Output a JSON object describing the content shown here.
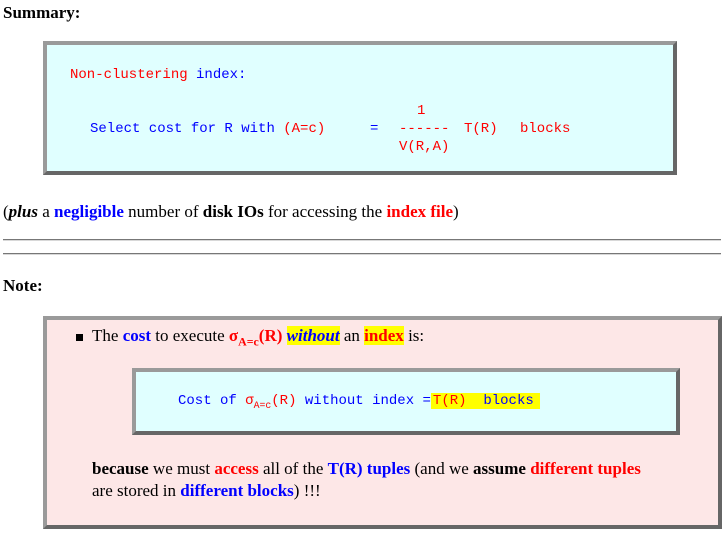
{
  "summary": {
    "heading": "Summary:",
    "box": {
      "title_part1": "Non-clustering",
      "title_part2": "index:",
      "numerator": "1",
      "formula_select": "Select cost for R",
      "formula_with": "with",
      "formula_cond": "(A=c)",
      "equals": "=",
      "dashes": "------",
      "tr": "T(R)",
      "blocks": "blocks",
      "denominator": "V(R,A)"
    },
    "note_line": {
      "open": "(",
      "plus": "plus",
      "a": " a ",
      "negligible": "negligible",
      "number_of": " number of ",
      "disk_ios": "disk IOs",
      "for_accessing": " for accessing the ",
      "index_file": "index file",
      "close": ")"
    }
  },
  "note": {
    "heading": "Note:",
    "bullet": {
      "the": "The ",
      "cost": "cost",
      "to_execute": " to execute ",
      "sigma": "σ",
      "sigma_sub": "A=c",
      "sigma_r": "(R)",
      "without": "without",
      "an": " an ",
      "index": "index",
      "is": " is:"
    },
    "inner_box": {
      "cost_of": "Cost of ",
      "sigma": "σ",
      "sigma_sub": "A=c",
      "r": "(R)",
      "without_index": " without index ",
      "equals": "=",
      "tr": "T(R)",
      "blocks": "blocks"
    },
    "explanation": {
      "because": "because",
      "we_must": " we must ",
      "access": "access",
      "all_of_the": " all of the ",
      "tr_tuples": "T(R) tuples",
      "and_we": " (and we ",
      "assume": "assume",
      "space": " ",
      "different_tuples": "different tuples",
      "are_stored_in": "are stored in ",
      "different_blocks": "different blocks",
      "end": ") !!!"
    }
  }
}
